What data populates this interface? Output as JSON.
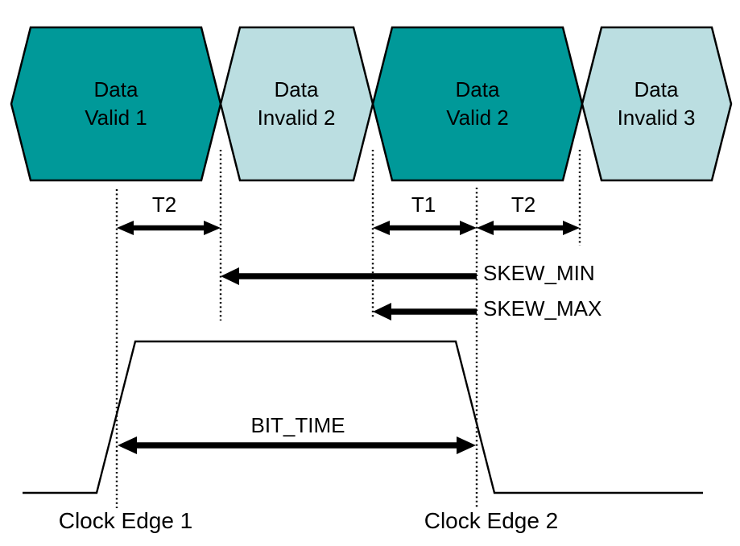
{
  "diagram": {
    "data_windows": [
      {
        "line1": "Data",
        "line2": "Valid 1",
        "state": "valid"
      },
      {
        "line1": "Data",
        "line2": "Invalid 2",
        "state": "invalid"
      },
      {
        "line1": "Data",
        "line2": "Valid 2",
        "state": "valid"
      },
      {
        "line1": "Data",
        "line2": "Invalid 3",
        "state": "invalid"
      }
    ],
    "measurements": {
      "t2_left": "T2",
      "t1": "T1",
      "t2_right": "T2",
      "skew_min": "SKEW_MIN",
      "skew_max": "SKEW_MAX",
      "bit_time": "BIT_TIME"
    },
    "clock": {
      "edge1": "Clock Edge 1",
      "edge2": "Clock Edge 2"
    },
    "colors": {
      "valid_fill": "#009999",
      "invalid_fill": "#BBDEE1",
      "line": "#000000",
      "background": "#FFFFFF"
    }
  }
}
